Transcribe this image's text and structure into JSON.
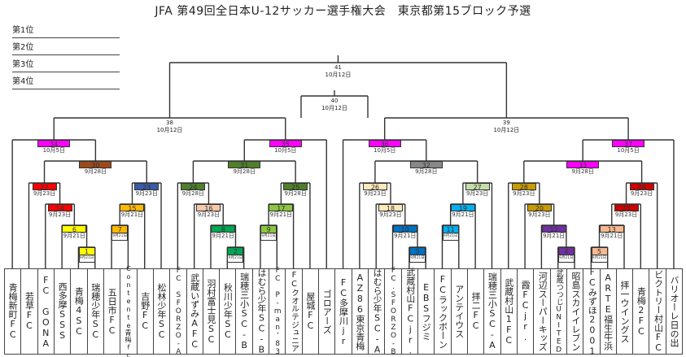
{
  "title": "JFA 第49回全日本U-12サッカー選手権大会　東京都第15ブロック予選",
  "placements": [
    "第1位",
    "第2位",
    "第3位",
    "第4位"
  ],
  "teams": [
    "青梅新町FC",
    "若草FC",
    "FC GONA",
    "西多摩SSS",
    "青梅4SC",
    "瑞穂少年SC",
    "五日市FC",
    "Contente青梅fc",
    "吉野FC",
    "松林少年SC",
    "FC SFORZO-A",
    "武蔵いずみAFC",
    "羽村富士見SC",
    "秋川少年SC",
    "瑞穂三小SC-B",
    "はむら少年SC-B",
    "FC P-man'83",
    "FCクオルテジュニア",
    "屋城FC",
    "ゴロアーズ",
    "FC多摩川jr",
    "AZ86東京青梅",
    "はむら少年SC-A",
    "FC.SFORZO-B",
    "武蔵村山FCjr.",
    "EBSフジミ",
    "FCラックボーン",
    "アンテイウス",
    "拝二FC",
    "瑞穂三小SC-A",
    "武蔵村山1FC",
    "霞FCjr.",
    "河辺スーパーキッズ",
    "武蔵つつじUNITED",
    "昭島スカイイレブン",
    "FCみずほ2001",
    "ARTE福生牛浜",
    "拝一ウイングス",
    "青梅2FC",
    "ビクトリー村山FC",
    "バリオーレ日の出"
  ],
  "matches": [
    {
      "no": "1",
      "date": "9月21日",
      "color": "#ffff00",
      "a": "t4",
      "b": "t5",
      "row": 1
    },
    {
      "no": "2",
      "date": "9月21日",
      "color": "#00a651",
      "a": "t13",
      "b": "t14",
      "row": 1
    },
    {
      "no": "3",
      "date": "9月21日",
      "color": "#0070c0",
      "a": "t24",
      "b": "t25",
      "row": 1
    },
    {
      "no": "4",
      "date": "9月21日",
      "color": "#7030a0",
      "a": "t33",
      "b": "t34",
      "row": 1
    },
    {
      "no": "5",
      "date": "9月21日",
      "color": "#f8b890",
      "a": "t35",
      "b": "t36",
      "row": 1
    },
    {
      "no": "6",
      "date": "9月21日",
      "color": "#ffff00",
      "a": "t3",
      "b": "m1",
      "row": 2
    },
    {
      "no": "7",
      "date": "9月21日",
      "color": "#ffb800",
      "a": "t6",
      "b": "t7",
      "row": 2
    },
    {
      "no": "8",
      "date": "9月21日",
      "color": "#00a651",
      "a": "t12",
      "b": "m2",
      "row": 2
    },
    {
      "no": "9",
      "date": "9月21日",
      "color": "#8cc63f",
      "a": "t15",
      "b": "t16",
      "row": 2
    },
    {
      "no": "10",
      "date": "9月21日",
      "color": "#0070c0",
      "a": "t23",
      "b": "m3",
      "row": 2
    },
    {
      "no": "11",
      "date": "9月21日",
      "color": "#00b0f0",
      "a": "t26",
      "b": "t27",
      "row": 2
    },
    {
      "no": "12",
      "date": "9月21日",
      "color": "#7030a0",
      "a": "t32",
      "b": "m4",
      "row": 2
    },
    {
      "no": "13",
      "date": "9月21日",
      "color": "#f8b890",
      "a": "m5",
      "b": "t37",
      "row": 2
    },
    {
      "no": "14",
      "date": "9月23日",
      "color": "#ff0000",
      "a": "t2",
      "b": "m6",
      "row": 3
    },
    {
      "no": "15",
      "date": "9月21日",
      "color": "#ffb800",
      "a": "m7",
      "b": "t8",
      "row": 3
    },
    {
      "no": "16",
      "date": "9月23日",
      "color": "#f8c8a8",
      "a": "t11",
      "b": "m8",
      "row": 3
    },
    {
      "no": "17",
      "date": "9月21日",
      "color": "#8cc63f",
      "a": "m9",
      "b": "t17",
      "row": 3
    },
    {
      "no": "18",
      "date": "9月23日",
      "color": "#fde9b8",
      "a": "t22",
      "b": "m10",
      "row": 3
    },
    {
      "no": "19",
      "date": "9月21日",
      "color": "#00b0f0",
      "a": "m11",
      "b": "t28",
      "row": 3
    },
    {
      "no": "20",
      "date": "9月23日",
      "color": "#c89b00",
      "a": "t31",
      "b": "m12",
      "row": 3
    },
    {
      "no": "21",
      "date": "9月23日",
      "color": "#cc0000",
      "a": "m13",
      "b": "t38",
      "row": 3
    },
    {
      "no": "22",
      "date": "9月23日",
      "color": "#ff0000",
      "a": "t1",
      "b": "m14",
      "row": 4
    },
    {
      "no": "23",
      "date": "9月23日",
      "color": "#3a5ca8",
      "a": "m15",
      "b": "t9",
      "row": 4
    },
    {
      "no": "24",
      "date": "9月28日",
      "color": "#4f7f2a",
      "a": "t10",
      "b": "m16",
      "row": 4
    },
    {
      "no": "25",
      "date": "9月28日",
      "color": "#4f7f2a",
      "a": "m17",
      "b": "t18",
      "row": 4
    },
    {
      "no": "26",
      "date": "9月23日",
      "color": "#fde9b8",
      "a": "t21",
      "b": "m18",
      "row": 4
    },
    {
      "no": "27",
      "date": "9月23日",
      "color": "#c4dea8",
      "a": "m19",
      "b": "t29",
      "row": 4
    },
    {
      "no": "28",
      "date": "9月23日",
      "color": "#c89b00",
      "a": "t30",
      "b": "m20",
      "row": 4
    },
    {
      "no": "29",
      "date": "9月23日",
      "color": "#cc0000",
      "a": "m21",
      "b": "t39",
      "row": 4
    },
    {
      "no": "30",
      "date": "9月28日",
      "color": "#9c4a1a",
      "a": "m22",
      "b": "m23",
      "row": 5
    },
    {
      "no": "31",
      "date": "9月28日",
      "color": "#4f7f2a",
      "a": "m24",
      "b": "m25",
      "row": 5
    },
    {
      "no": "32",
      "date": "9月28日",
      "color": "#888888",
      "a": "m26",
      "b": "m27",
      "row": 5
    },
    {
      "no": "33",
      "date": "9月28日",
      "color": "#ff00ff",
      "a": "m28",
      "b": "m29",
      "row": 5
    },
    {
      "no": "34",
      "date": "10月5日",
      "color": "#ff00ff",
      "a": "t0",
      "b": "m30",
      "row": 6
    },
    {
      "no": "35",
      "date": "10月5日",
      "color": "#ff00ff",
      "a": "m31",
      "b": "t19",
      "row": 6
    },
    {
      "no": "36",
      "date": "10月5日",
      "color": "#ff00ff",
      "a": "t20",
      "b": "m32",
      "row": 6
    },
    {
      "no": "37",
      "date": "10月5日",
      "color": "#ff00ff",
      "a": "m33",
      "b": "t40",
      "row": 6
    },
    {
      "no": "38",
      "date": "10月12日",
      "color": "",
      "a": "m34",
      "b": "m35",
      "row": 7
    },
    {
      "no": "39",
      "date": "10月12日",
      "color": "",
      "a": "m36",
      "b": "m37",
      "row": 7
    },
    {
      "no": "40",
      "date": "10月12日",
      "color": "",
      "a": "",
      "b": "",
      "row": 8
    },
    {
      "no": "41",
      "date": "10月12日",
      "color": "",
      "a": "m38",
      "b": "m39",
      "row": 9
    }
  ]
}
